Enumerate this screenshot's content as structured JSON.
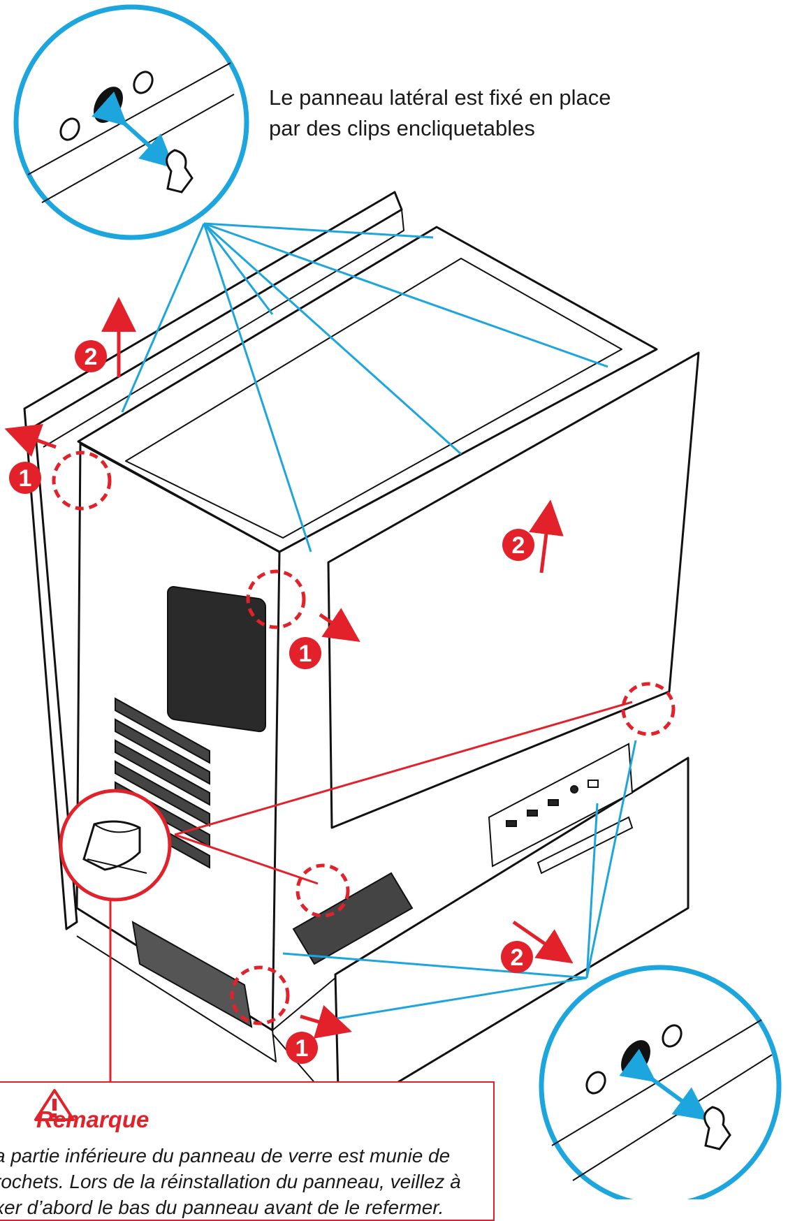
{
  "colors": {
    "callout_blue": "#1da6de",
    "marker_red": "#e2212b",
    "outline": "#111111"
  },
  "callout": {
    "line1": "Le panneau latéral est fixé en place",
    "line2": "par des clips encliquetables"
  },
  "markers": {
    "step1": "1",
    "step2": "2"
  },
  "note": {
    "icon": "warning-triangle-icon",
    "title": "Remarque",
    "line1": "a partie inférieure du panneau de verre est munie de",
    "line2": "rochets. Lors de la réinstallation du panneau, veillez à",
    "line3": "xer d’abord le bas du panneau avant de le refermer."
  }
}
